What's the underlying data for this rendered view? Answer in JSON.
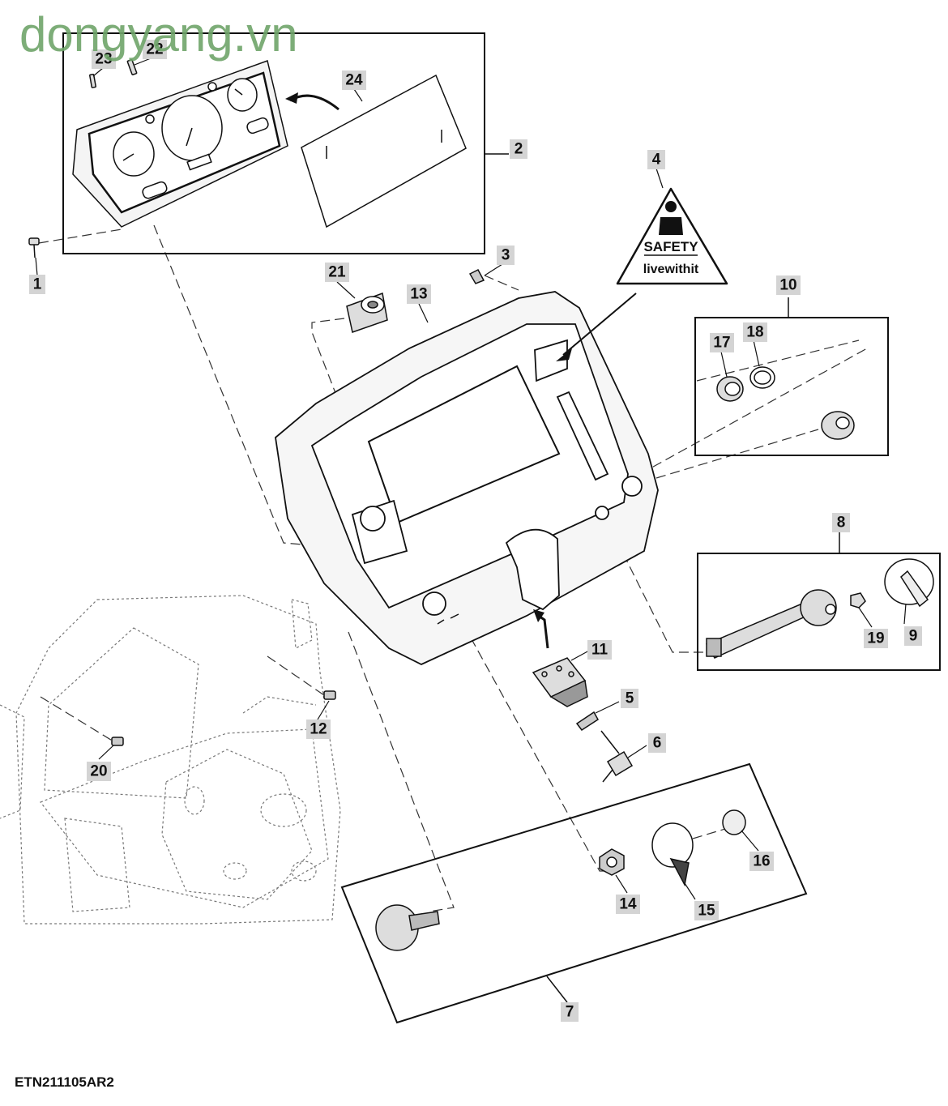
{
  "watermark": "dongyang.vn",
  "figure_code": "ETN211105AR2",
  "safety_label": {
    "line1": "SAFETY",
    "line2": "livewithit"
  },
  "callouts": [
    "1",
    "2",
    "3",
    "4",
    "5",
    "6",
    "7",
    "8",
    "9",
    "10",
    "11",
    "12",
    "13",
    "14",
    "15",
    "16",
    "17",
    "18",
    "19",
    "20",
    "21",
    "22",
    "23",
    "24"
  ]
}
